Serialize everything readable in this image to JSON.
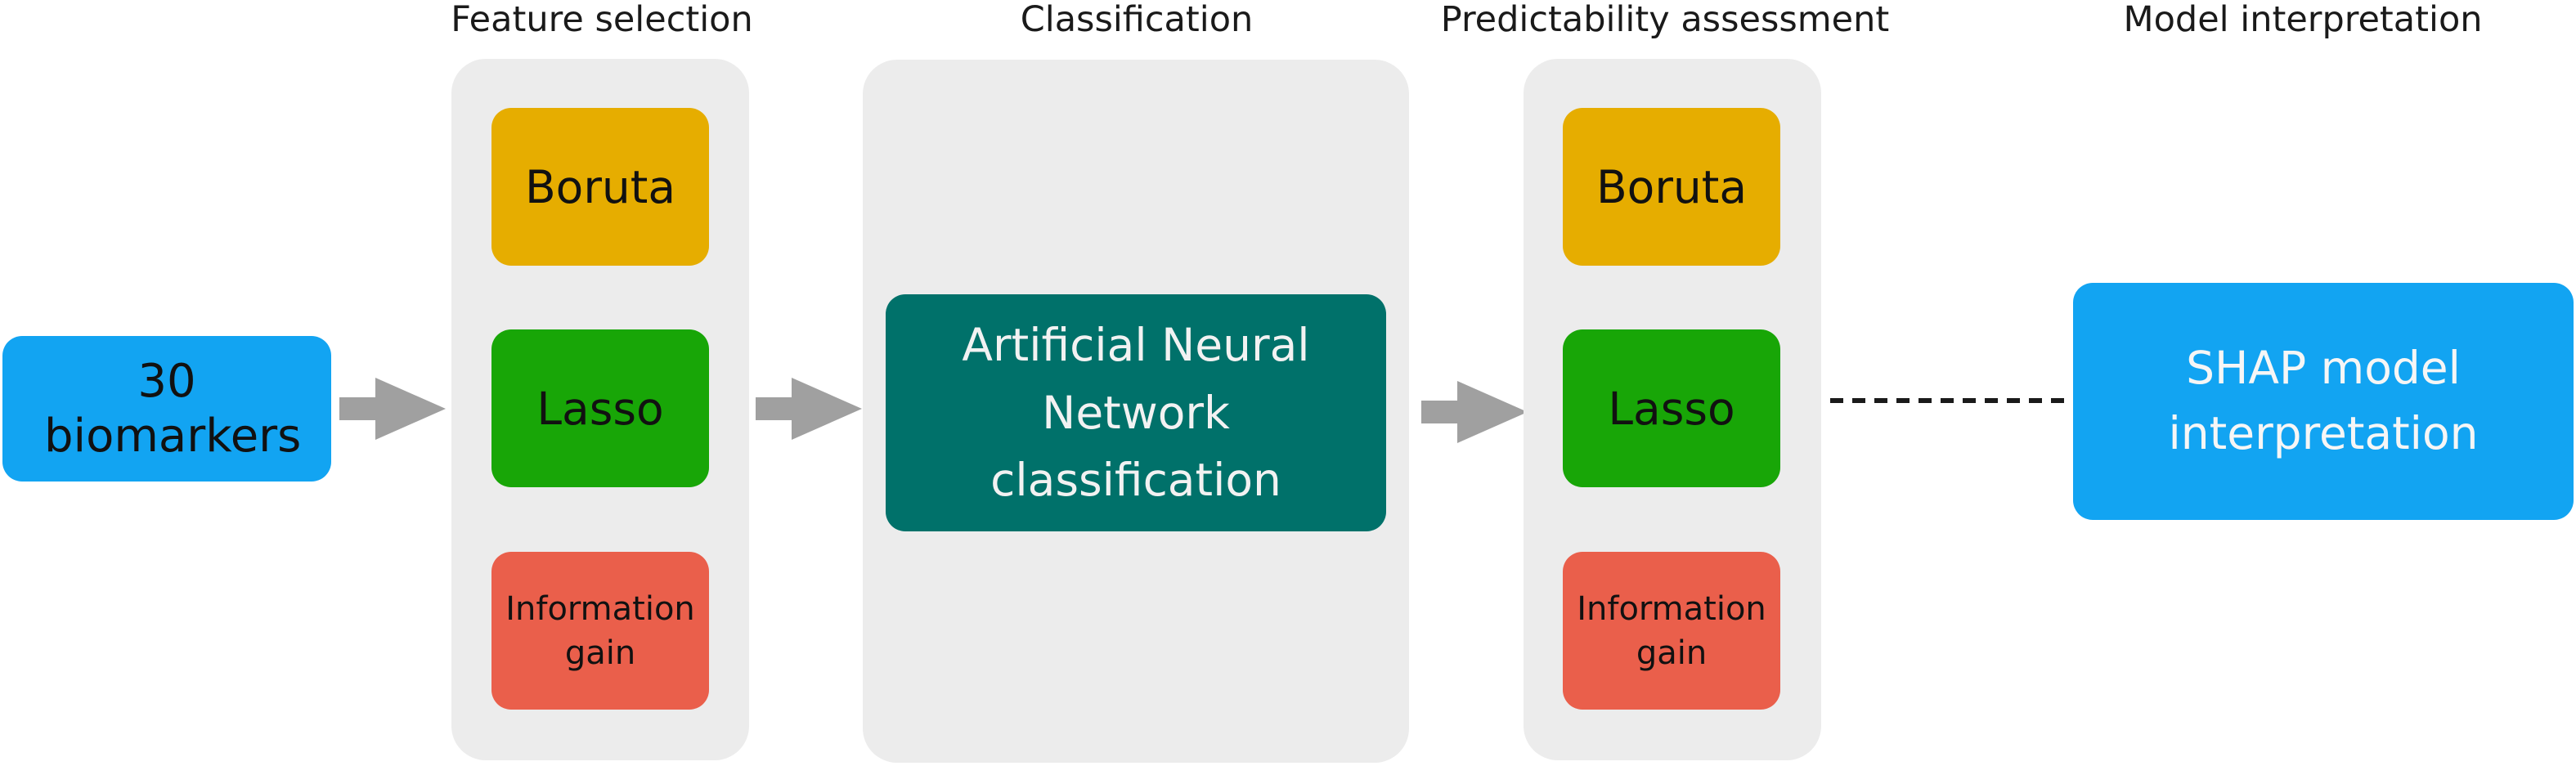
{
  "stages": {
    "feature_selection": "Feature selection",
    "classification": "Classification",
    "predictability": "Predictability assessment",
    "interpretation": "Model interpretation"
  },
  "input": {
    "label": "30 biomarkers",
    "color": "#12a4f2"
  },
  "feature_selection": {
    "methods": [
      {
        "label": "Boruta",
        "color": "#e6ad00"
      },
      {
        "label": "Lasso",
        "color": "#18a607"
      },
      {
        "label": "Information gain",
        "color": "#ea5f4b"
      }
    ]
  },
  "classification": {
    "label": "Artificial Neural Network classification",
    "color": "#00716a"
  },
  "predictability": {
    "methods": [
      {
        "label": "Boruta",
        "color": "#e6ad00"
      },
      {
        "label": "Lasso",
        "color": "#18a607"
      },
      {
        "label": "Information gain",
        "color": "#ea5f4b"
      }
    ]
  },
  "interpretation": {
    "label": "SHAP model interpretation",
    "color": "#12a4f2"
  },
  "colors": {
    "panel_background": "#ececec",
    "arrow": "#a0a0a0",
    "connector": "#1a1a1a"
  },
  "icons": {
    "arrow": "right-arrow-icon"
  }
}
